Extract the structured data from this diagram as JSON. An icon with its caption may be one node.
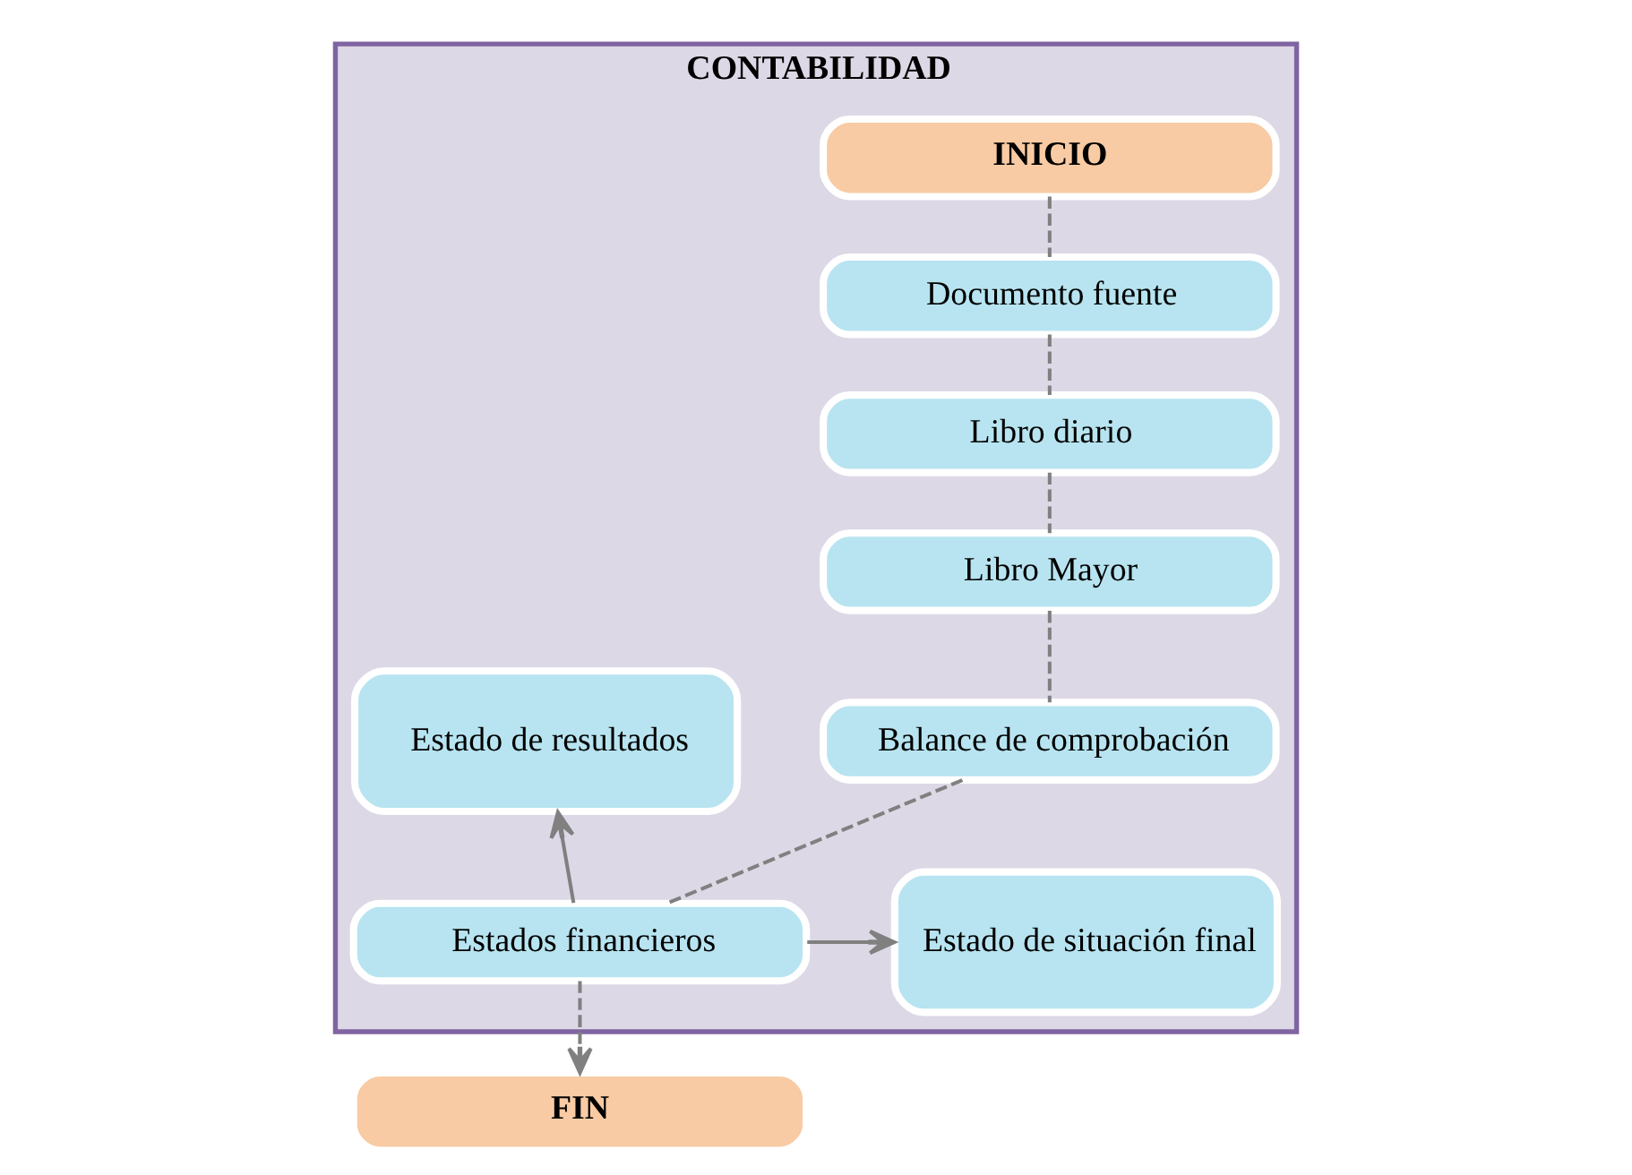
{
  "diagram": {
    "nodes": [
      {
        "text": [
          "CONTABILIDAD"
        ]
      },
      {
        "text": [
          "INICIO"
        ],
        "in": 0
      },
      {
        "text": [
          "Documento fuente"
        ],
        "in": 0
      },
      {
        "text": [
          "Libro diario"
        ],
        "in": 0
      },
      {
        "text": [
          "Libro Mayor"
        ],
        "in": 0
      },
      {
        "text": [
          "Balance de comprobación"
        ],
        "in": 0
      },
      {
        "text": [
          "Estados financieros"
        ],
        "in": 0
      },
      {
        "text": [
          "Estado de resultados"
        ],
        "in": 0
      },
      {
        "text": [
          "Estado de situación final"
        ],
        "in": 0
      },
      {
        "text": [
          "FIN"
        ]
      }
    ],
    "edges": [
      {
        "from": 1,
        "to": 2,
        "arrow": "none",
        "style": "dashed"
      },
      {
        "from": 2,
        "to": 3,
        "arrow": "none",
        "style": "dashed"
      },
      {
        "from": 3,
        "to": 4,
        "arrow": "none",
        "style": "dashed"
      },
      {
        "from": 4,
        "to": 5,
        "arrow": "none",
        "style": "dashed"
      },
      {
        "from": 5,
        "to": 6,
        "arrow": "none",
        "style": "dashed"
      },
      {
        "from": 6,
        "to": 7,
        "arrow": "to"
      },
      {
        "from": 6,
        "to": 8,
        "arrow": "to"
      },
      {
        "from": 6,
        "to": 9,
        "arrow": "to",
        "style": "dashed"
      }
    ]
  }
}
